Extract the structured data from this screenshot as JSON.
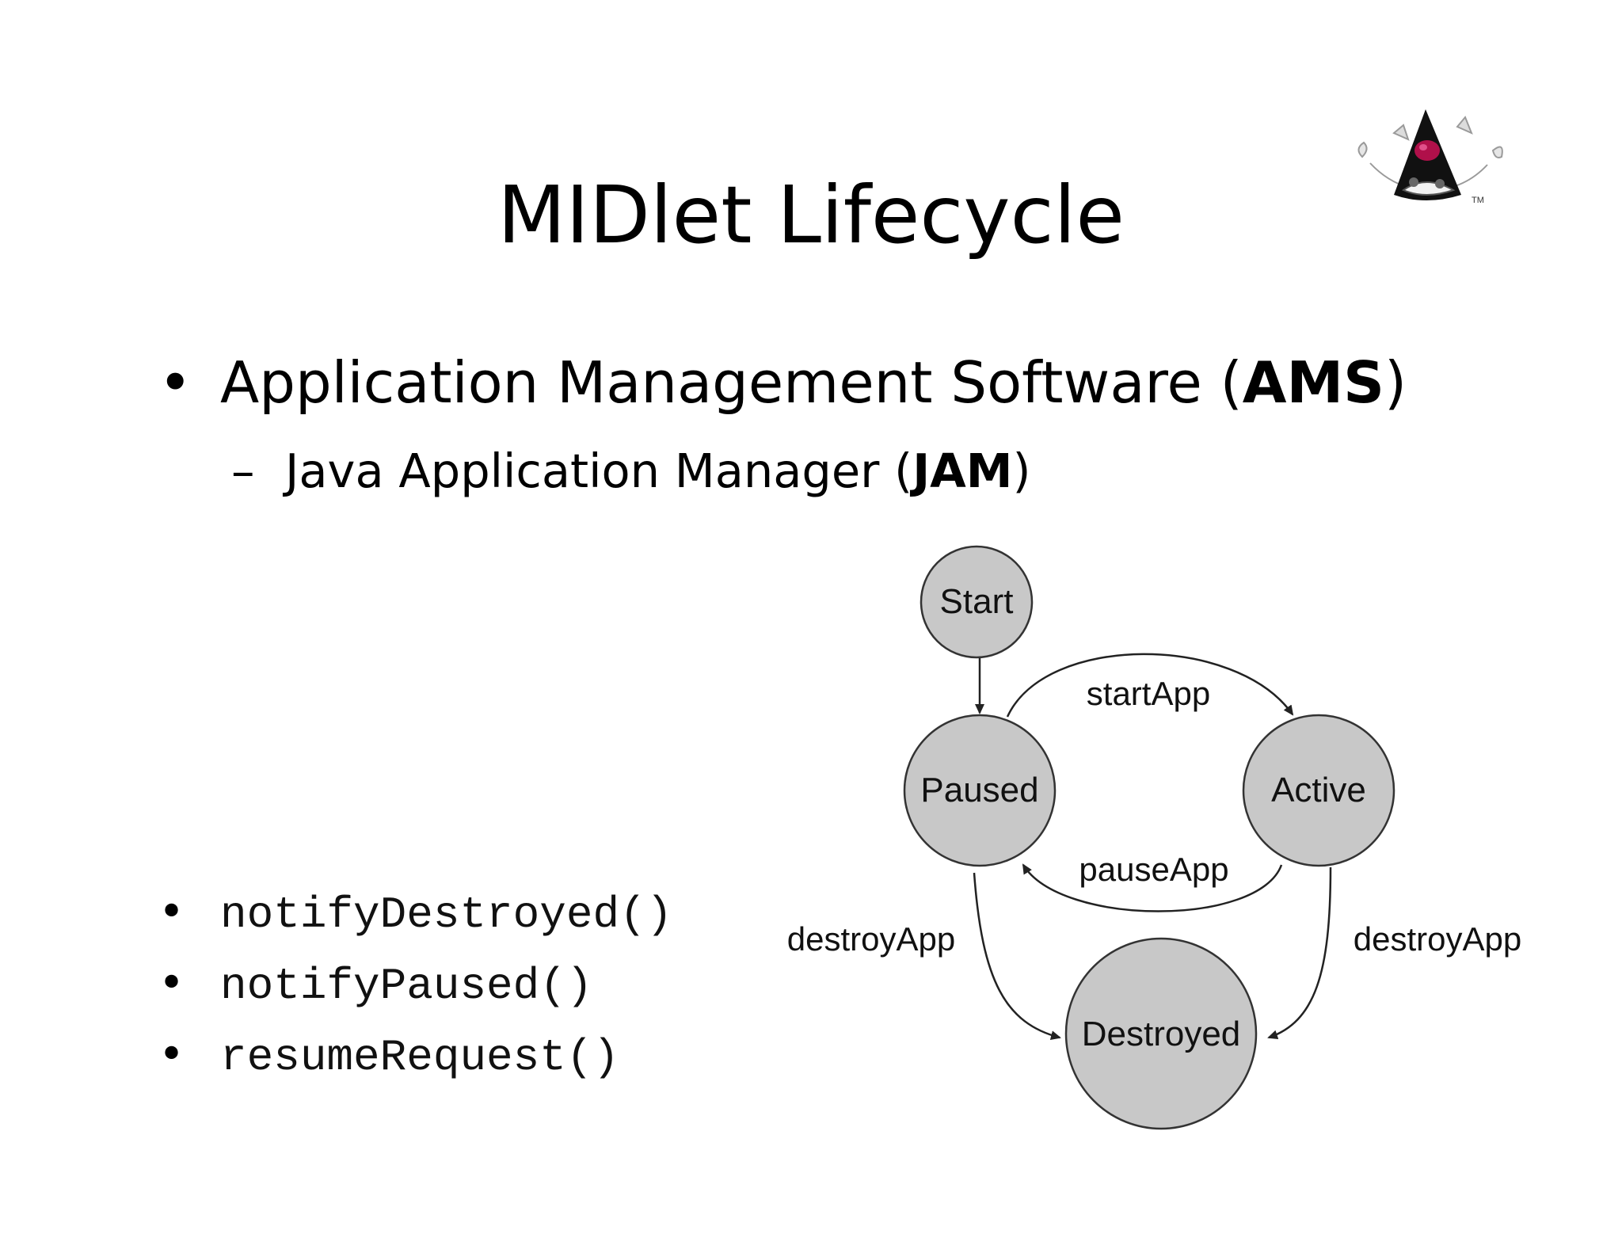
{
  "slide": {
    "title": "MIDlet Lifecycle",
    "bullet_main": {
      "symbol": "•",
      "text": "Application Management Software (",
      "bold": "AMS",
      "close": ")"
    },
    "bullet_sub": {
      "symbol": "–",
      "text": "Java Application Manager (",
      "bold": "JAM",
      "close": ")"
    },
    "code_items": [
      {
        "symbol": "•",
        "text": "notifyDestroyed()"
      },
      {
        "symbol": "•",
        "text": "notifyPaused()"
      },
      {
        "symbol": "•",
        "text": "resumeRequest()"
      }
    ],
    "logo_icon": "duke-mascot-icon",
    "logo_mark": "TM"
  },
  "diagram": {
    "state_fill": "#c8c8c8",
    "stroke": "#333333",
    "states": {
      "start": "Start",
      "paused": "Paused",
      "active": "Active",
      "destroyed": "Destroyed"
    },
    "transitions": {
      "start_app": "startApp",
      "pause_app": "pauseApp",
      "destroy_left": "destroyApp",
      "destroy_right": "destroyApp"
    }
  }
}
